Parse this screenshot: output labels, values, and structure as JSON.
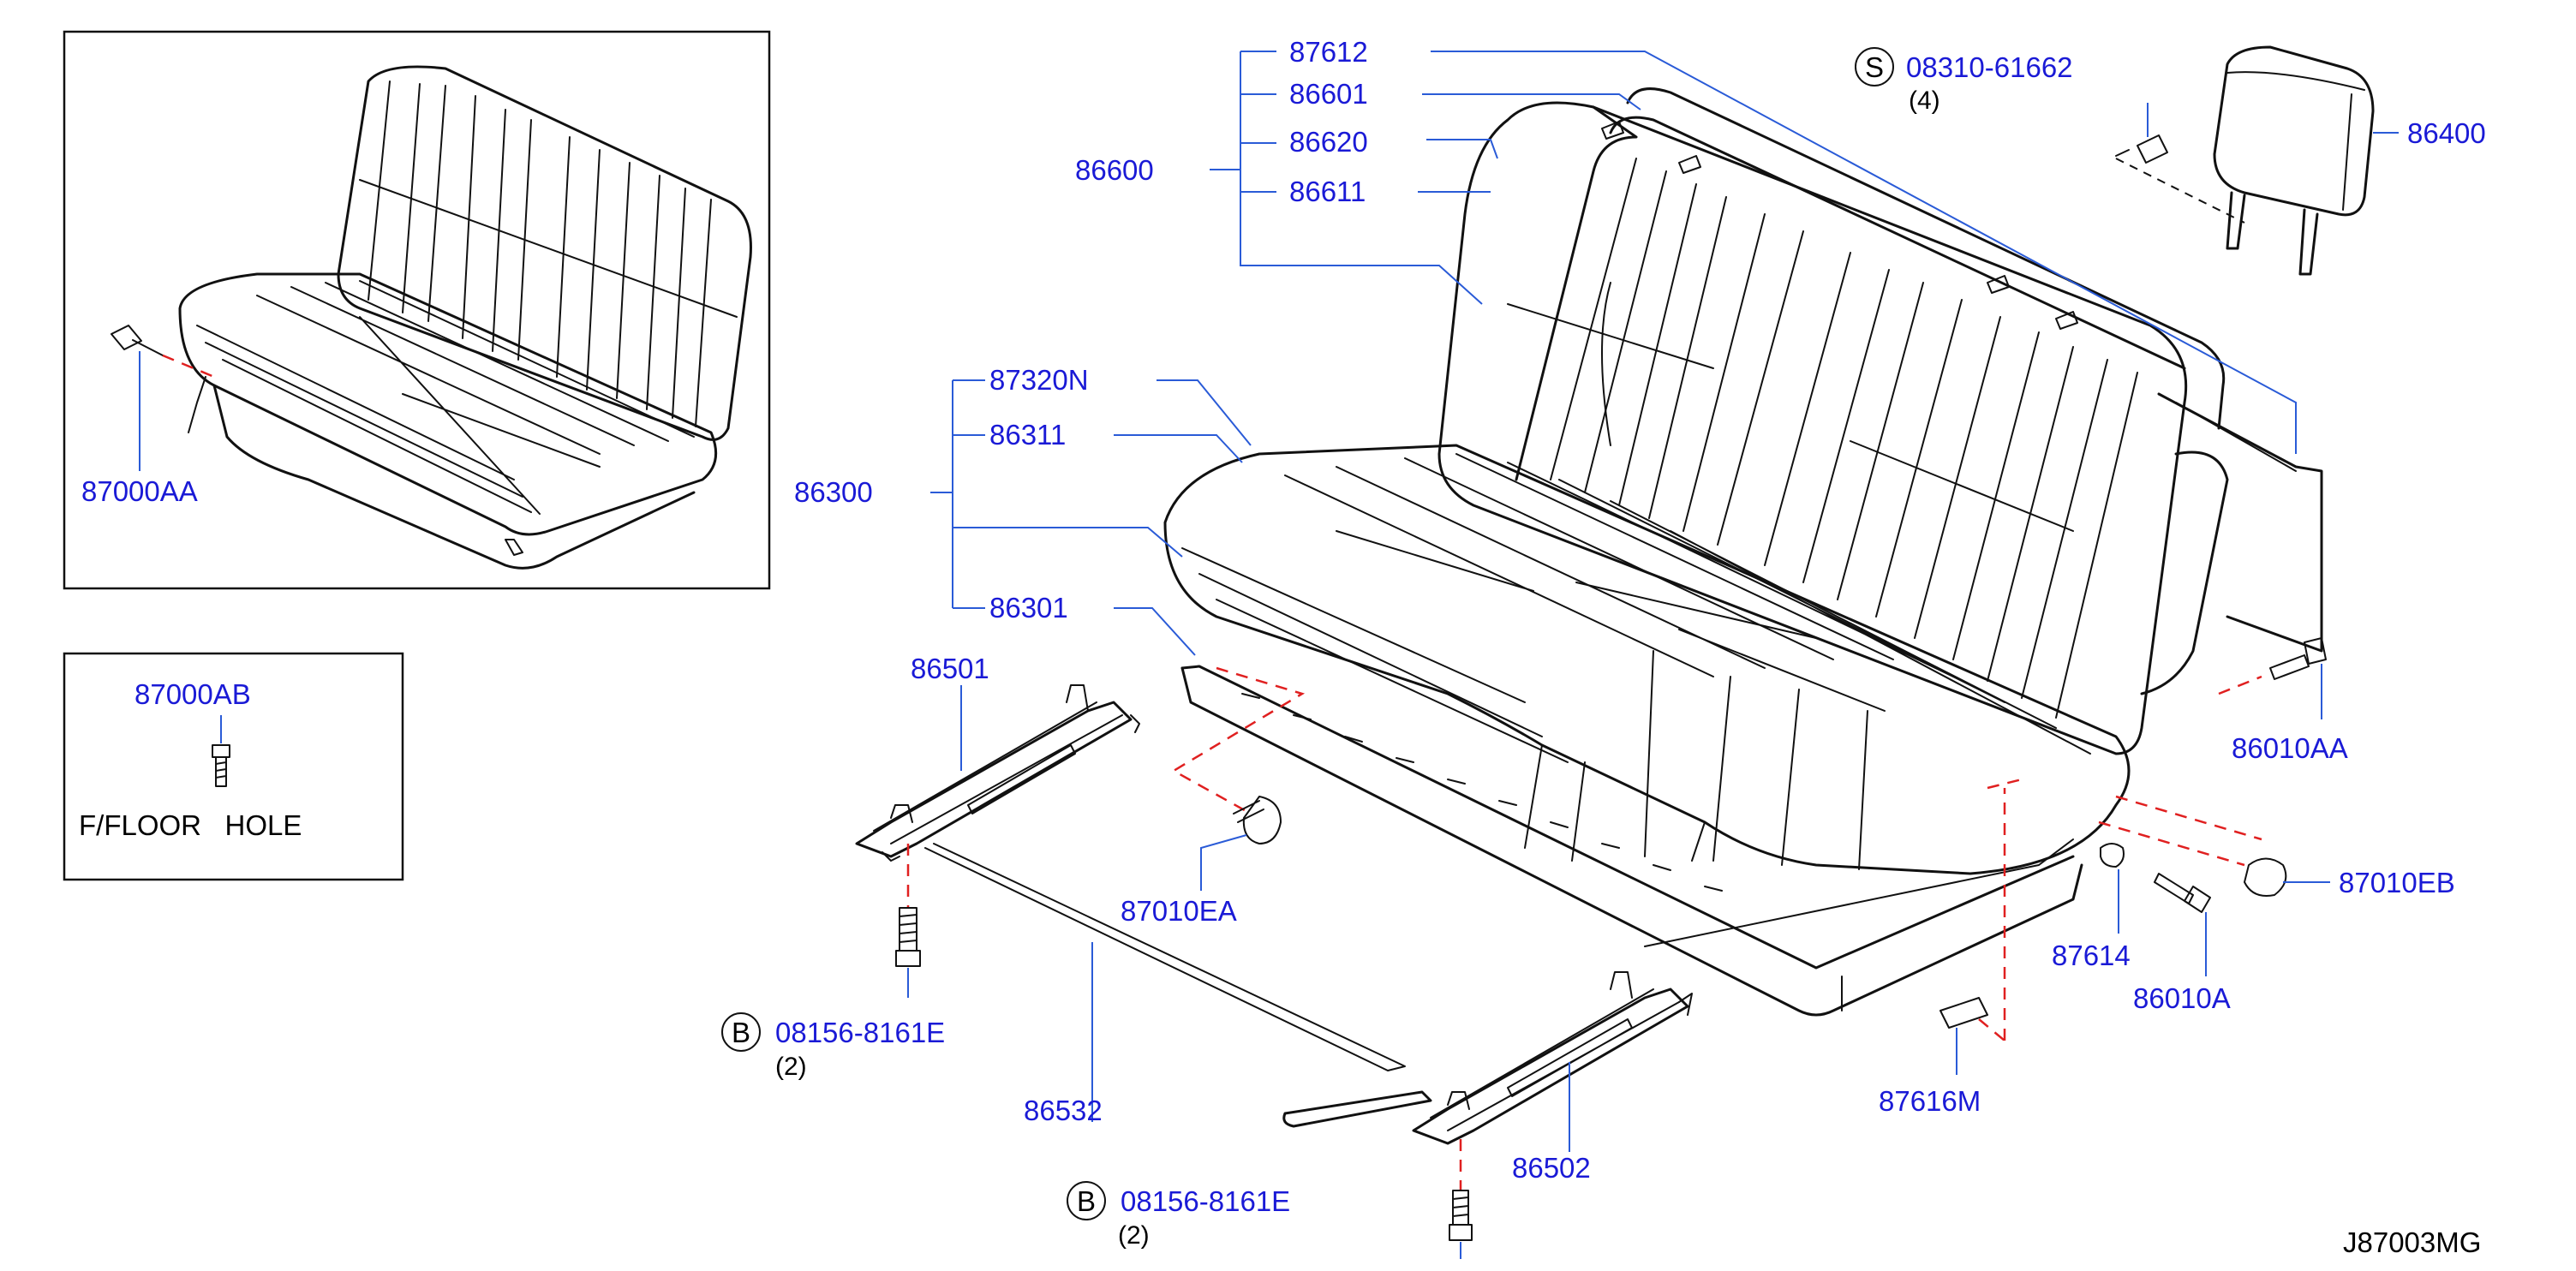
{
  "diagram_code": "J87003MG",
  "inset_floor": {
    "part": "87000AB",
    "caption": "F/FLOOR   HOLE"
  },
  "inset_seat": {
    "part": "87000AA"
  },
  "parts": {
    "p87612": "87612",
    "p86601": "86601",
    "p86620": "86620",
    "p86611": "86611",
    "p86600": "86600",
    "p87320N": "87320N",
    "p86311": "86311",
    "p86300": "86300",
    "p86301": "86301",
    "p86501": "86501",
    "p87010EA": "87010EA",
    "p86532": "86532",
    "p86502": "86502",
    "p87616M": "87616M",
    "p87614": "87614",
    "p86010A": "86010A",
    "p87010EB": "87010EB",
    "p86010AA": "86010AA",
    "p86400": "86400"
  },
  "callouts": {
    "s_bolt": {
      "symbol": "S",
      "part": "08310-61662",
      "qty": "(4)"
    },
    "b_bolt_1": {
      "symbol": "B",
      "part": "08156-8161E",
      "qty": "(2)"
    },
    "b_bolt_2": {
      "symbol": "B",
      "part": "08156-8161E",
      "qty": "(2)"
    }
  }
}
